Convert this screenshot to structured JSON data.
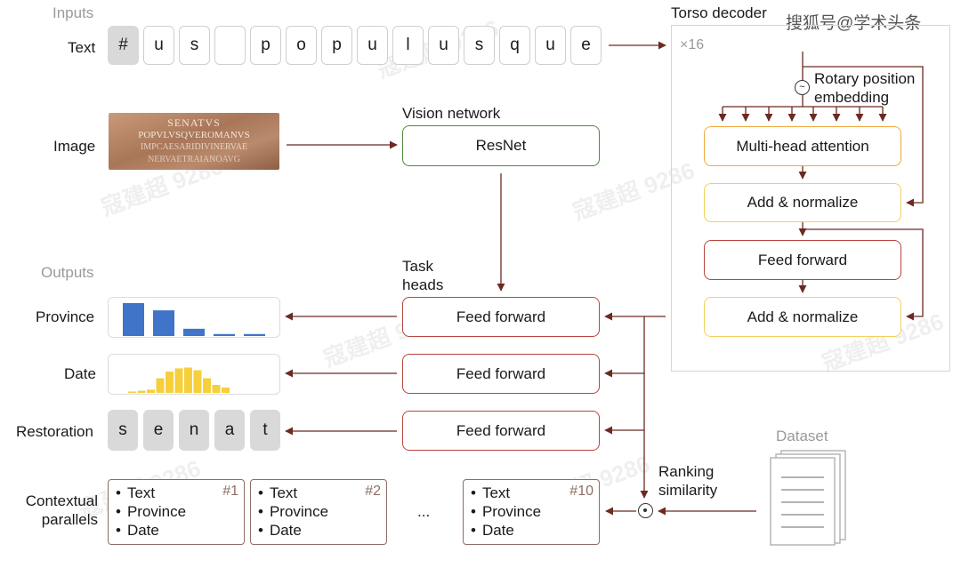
{
  "header": {
    "inputs_heading": "Inputs",
    "outputs_heading": "Outputs",
    "watermark_brand": "搜狐号@学术头条",
    "watermark_bg": "寇建超 9286"
  },
  "inputs": {
    "text_label": "Text",
    "text_chars": [
      "#",
      "u",
      "s",
      "",
      "p",
      "o",
      "p",
      "u",
      "l",
      "u",
      "s",
      "q",
      "u",
      "e"
    ],
    "image_label": "Image",
    "image_inscription": [
      "SENATVS",
      "POPVLVSQVEROMANVS",
      "IMPCAESARIDIVINERVAE",
      "NERVAETRAIANOAVG"
    ]
  },
  "vision": {
    "title": "Vision network",
    "resnet": "ResNet"
  },
  "torso": {
    "title": "Torso decoder",
    "repeat": "×16",
    "rotary": "Rotary position embedding",
    "mha": "Multi-head attention",
    "add_norm_1": "Add & normalize",
    "feed_forward": "Feed forward",
    "add_norm_2": "Add & normalize"
  },
  "heads": {
    "title": "Task heads",
    "ff_province": "Feed forward",
    "ff_date": "Feed forward",
    "ff_restoration": "Feed forward"
  },
  "outputs": {
    "province_label": "Province",
    "province_bars": [
      1.0,
      0.78,
      0.22,
      0.06,
      0.06
    ],
    "date_label": "Date",
    "date_bars": [
      0.04,
      0.08,
      0.12,
      0.55,
      0.8,
      0.92,
      0.95,
      0.85,
      0.55,
      0.3,
      0.2
    ],
    "restoration_label": "Restoration",
    "restoration_chars": [
      "s",
      "e",
      "n",
      "a",
      "t"
    ],
    "parallels_label_1": "Contextual",
    "parallels_label_2": "parallels"
  },
  "parallels": [
    {
      "num": "#1",
      "items": [
        "Text",
        "Province",
        "Date"
      ]
    },
    {
      "num": "#2",
      "items": [
        "Text",
        "Province",
        "Date"
      ]
    },
    {
      "num": "#10",
      "items": [
        "Text",
        "Province",
        "Date"
      ]
    }
  ],
  "ellipsis": "...",
  "ranking": "Ranking similarity",
  "dataset": "Dataset",
  "colors": {
    "red": "#b8453e",
    "orange": "#f0a83c",
    "yellow": "#f3cf5a",
    "green": "#4f8a3e",
    "blue": "#3f74c9",
    "gold": "#f6cf3c",
    "arrow": "#6b2a22"
  }
}
